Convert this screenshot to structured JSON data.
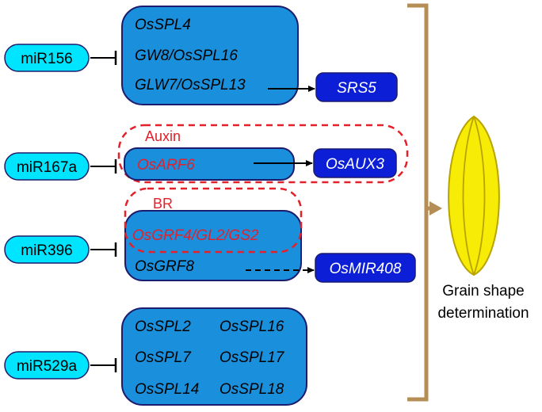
{
  "colors": {
    "mirna_fill": "#00e5ff",
    "box_fill": "#1a8fdc",
    "box_stroke": "#1c1c6e",
    "target_fill": "#0d1fd6",
    "highlight_red": "#e4202a",
    "bracket": "#b48e55",
    "grain_fill": "#f7ec05",
    "grain_stroke": "#b9a300"
  },
  "mirnas": {
    "mir156": "miR156",
    "mir167a": "miR167a",
    "mir396": "miR396",
    "mir529a": "miR529a"
  },
  "groups": {
    "mir156_targets": [
      "OsSPL4",
      "GW8/OsSPL16",
      "GLW7/OsSPL13"
    ],
    "mir167a_targets": [
      "OsARF6"
    ],
    "mir396_targets": [
      "OsGRF4/GL2/GS2",
      "OsGRF8"
    ],
    "mir529a_targets": [
      "OsSPL2",
      "OsSPL16",
      "OsSPL7",
      "OsSPL17",
      "OsSPL14",
      "OsSPL18"
    ]
  },
  "downstream": {
    "srs5": "SRS5",
    "osaux3": "OsAUX3",
    "osmir408": "OsMIR408"
  },
  "hormones": {
    "auxin": "Auxin",
    "br": "BR"
  },
  "outcome": {
    "line1": "Grain shape",
    "line2": "determination"
  }
}
